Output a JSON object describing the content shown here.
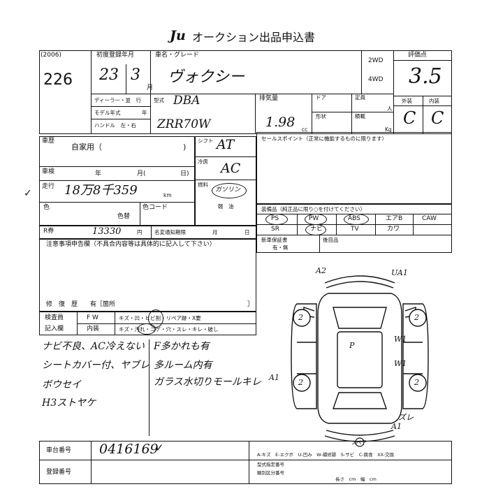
{
  "header": {
    "logo": "Ju",
    "title": "オークション出品申込書",
    "form_code": "(2006)",
    "lot_number": "226"
  },
  "top": {
    "reg_year_label": "初度登録年月",
    "reg_year": "23",
    "reg_month": "3",
    "month_unit": "月",
    "model_label": "車名・グレード",
    "model_value": "ヴォクシー",
    "dealer_label": "ディーラー・並　行",
    "type_label": "型式",
    "type_value": "DBA",
    "model_year_label": "モデル年式",
    "year_unit": "年",
    "handle_label": "ハンドル　左・右",
    "chassis_code": "ZRR70W",
    "drive_2wd": "2WD",
    "drive_4wd": "4WD",
    "displacement_label": "排気量",
    "displacement_value": "1.98",
    "cc_unit": "cc",
    "door_label": "ドア",
    "capacity_label": "定員",
    "person_unit": "人",
    "shape_label": "形状",
    "load_label": "積載",
    "kg_unit": "Kg",
    "score_label": "評価点",
    "score_value": "3.5",
    "exterior_label": "外装",
    "interior_label": "内装",
    "exterior_value": "C",
    "interior_value": "C"
  },
  "middle": {
    "usage_label": "車歴",
    "usage_value": "自家用（",
    "usage_close": ")",
    "inspection_label": "車検",
    "inspection_year": "年",
    "inspection_month": "月(",
    "inspection_day": "日)",
    "mileage_label": "走行",
    "mileage_value": "18万8千359",
    "km_unit": "km",
    "color_label": "色",
    "color_change_label": "色替",
    "color_code_label": "色コード",
    "shift_label": "シフト",
    "shift_value": "AT",
    "ac_label": "冷房",
    "ac_value": "AC",
    "fuel_label": "燃料",
    "fuel_value": "ガソリン",
    "fuel_option": "軽　油",
    "sales_label": "セールスポイント（正常に機能するものに限ります）",
    "recycle_label": "R券",
    "recycle_value": "13330",
    "yen_unit": "円",
    "name_change_label": "名変通知期限",
    "month_label2": "月",
    "day_label2": "日",
    "notice_label": "注意事項申告欄（不具合内容等は具体的に記入して下さい）",
    "repair_label": "修　復　歴　　有［箇所",
    "repair_close": "］",
    "equip_label": "装備品（純正品に限り○を付けてください）",
    "equip_row1": [
      "PS",
      "PW",
      "ABS",
      "エアB",
      "CAW"
    ],
    "equip_row2": [
      "SR",
      "ナビ",
      "TV",
      "カワ"
    ],
    "new_car_label": "新車保証書",
    "new_car_value": "有・無",
    "spare_key_label": "後目品"
  },
  "inspection": {
    "inspector_label": "検査員",
    "remarks_label": "記入欄",
    "fw_label": "F W",
    "fw_text": "キズ・凹・ヒビ割・リペア跡・X要",
    "interior_label": "内装",
    "interior_text": "キズ・汚れ・コゲ・穴・スレ・キレ・破し",
    "notes_left": [
      "ナビ不良、AC冷えない",
      "シートカバー付、ヤブレ",
      "ボウセイ",
      "H3ストヤケ"
    ],
    "notes_right": [
      "F多かれも有",
      "多ルーム内有",
      "ガラス水切りモールキレ"
    ]
  },
  "diagram": {
    "marks": [
      "A2",
      "UA1",
      "P",
      "W1",
      "W1",
      "A1",
      "ズレ",
      "A1"
    ],
    "wheel_mark": "2",
    "spare_label": "スペア"
  },
  "footer": {
    "chassis_no_label": "車台番号",
    "chassis_no_value": "0416169",
    "check_mark": "✓",
    "reg_no_label": "登録番号",
    "legend1": "A-キズ　E-エクボ　U-凹み　W-補修跡　S-サビ　C-腐食　XX-交換",
    "legend2": "型式指定番号",
    "legend3": "類別区分番号",
    "dims_label": "長さ　cm　幅　cm",
    "cm_unit": "cm"
  }
}
